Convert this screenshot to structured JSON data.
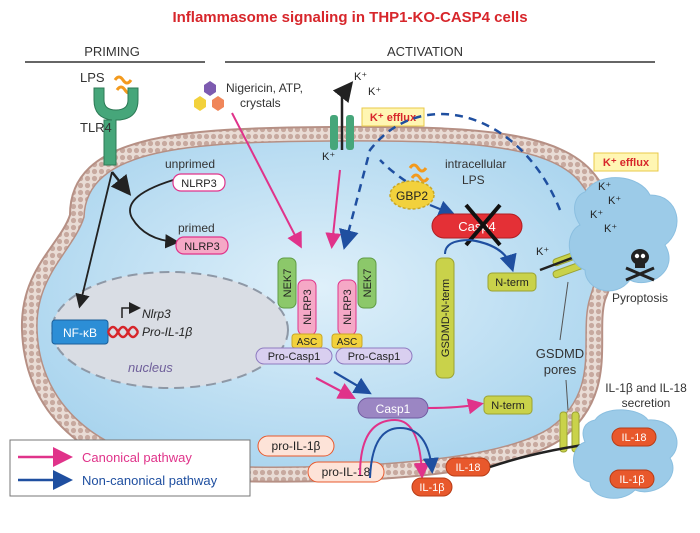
{
  "title": "Inflammasome signaling in THP1-KO-CASP4 cells",
  "sections": {
    "priming": "PRIMING",
    "activation": "ACTIVATION"
  },
  "labels": {
    "lps": "LPS",
    "tlr4": "TLR4",
    "stimuli_line1": "Nigericin, ATP,",
    "stimuli_line2": "crystals",
    "k_plus": "K⁺",
    "k_efflux": "K⁺ efflux",
    "k_efflux_right": "K⁺ efflux",
    "unprimed": "unprimed",
    "primed": "primed",
    "nlrp3": "NLRP3",
    "gbp2": "GBP2",
    "intracellular_line1": "intracellular",
    "intracellular_line2": "LPS",
    "casp4": "Casp4",
    "nek7": "NEK7",
    "asc": "ASC",
    "pro_casp1": "Pro-Casp1",
    "gsdmd_nterm": "GSDMD-N-term",
    "n_term": "N-term",
    "nfkb": "NF-κB",
    "gene_nlrp3": "Nlrp3",
    "gene_pro_il1b": "Pro-IL-1β",
    "nucleus": "nucleus",
    "casp1": "Casp1",
    "pro_il1b": "pro-IL-1β",
    "pro_il18": "pro-IL-18",
    "il1b": "IL-1β",
    "il18": "IL-18",
    "pyroptosis": "Pyroptosis",
    "gsdmd_pores_line1": "GSDMD",
    "gsdmd_pores_line2": "pores",
    "secretion_line1": "IL-1β and IL-18",
    "secretion_line2": "secretion"
  },
  "legend": {
    "canonical": "Canonical pathway",
    "non_canonical": "Non-canonical pathway"
  },
  "colors": {
    "title": "#d7262b",
    "canonical": "#e0338a",
    "non_canonical": "#1f4fa0",
    "cell_fill": "#bfe0f4",
    "membrane": "#c7a99f",
    "nlrp3_pill": "#f5a8c6",
    "nek7": "#8cc86a",
    "asc": "#f2d13c",
    "casp": "#e43036",
    "casp1": "#9b86c3",
    "gsdmd": "#c9d24a",
    "nfkb": "#2c8ed6",
    "tlr4": "#46a67a",
    "lps": "#f39a1e",
    "cytokine": "#e8582c"
  }
}
